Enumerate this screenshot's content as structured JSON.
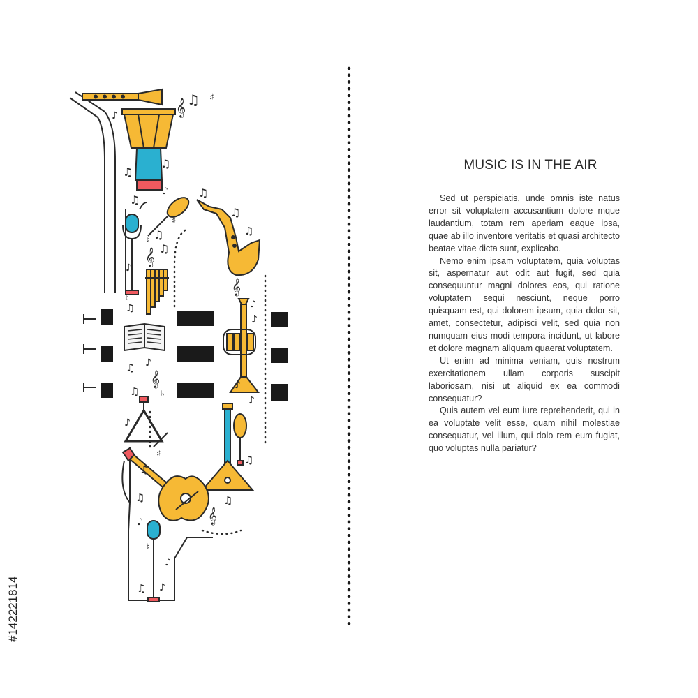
{
  "colors": {
    "accent_orange": "#f6b935",
    "accent_teal": "#2ab0d0",
    "accent_red": "#ef5a5f",
    "line": "#2a2a2a",
    "background": "#ffffff"
  },
  "title": "MUSIC IS IN THE AIR",
  "paragraphs": [
    "Sed ut perspiciatis, unde omnis iste natus error sit voluptatem accusantium dolore mque laudantium, totam rem aperiam eaque ipsa, quae ab illo inventore veritatis et quasi architecto beatae vitae dicta sunt, explicabo.",
    "Nemo enim ipsam voluptatem, quia voluptas sit, aspernatur aut odit aut fugit, sed quia consequuntur magni dolores eos, qui ratione voluptatem sequi nesciunt, neque porro quisquam est, qui dolorem ipsum, quia dolor sit, amet, consectetur, adipisci velit, sed quia non numquam eius modi tempora incidunt, ut labore et dolore magnam aliquam quaerat voluptatem.",
    "Ut enim ad minima veniam, quis nostrum exercitationem ullam corporis suscipit laboriosam, nisi ut aliquid ex ea commodi consequatur?",
    "Quis autem vel eum iure reprehenderit, qui in ea voluptate velit esse, quam nihil molestiae consequatur, vel illum, qui dolo rem eum fugiat, quo voluptas nulla pariatur?"
  ],
  "stock_id": "#142221814",
  "icons": [
    "flute-icon",
    "djembe-drum-icon",
    "maracas-icon",
    "saxophone-icon",
    "microphone-icon",
    "pan-flute-icon",
    "sheet-music-stand-icon",
    "trumpet-icon",
    "triangle-icon",
    "guitar-icon",
    "balalaika-icon",
    "music-note-icon",
    "treble-clef-icon",
    "sharp-icon",
    "natural-icon",
    "flat-icon"
  ]
}
